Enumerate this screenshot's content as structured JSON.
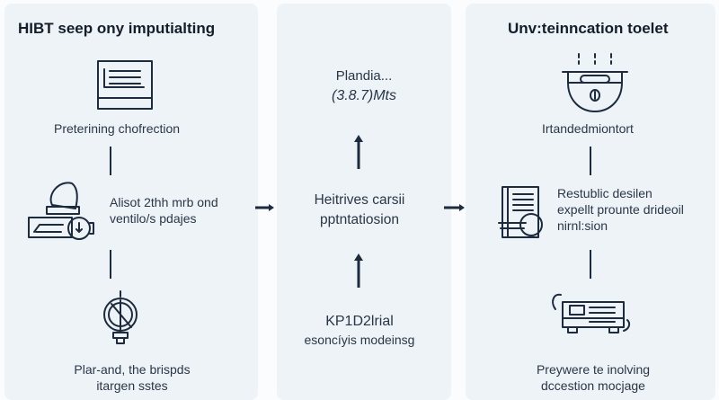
{
  "left": {
    "title": "HIBT seep ony imputialting",
    "steps": [
      "Preterining chofrection",
      "Alisot 2thh mrb ond",
      "ventilo/s pdajes",
      "Plar-and, the brispds",
      "itargen sstes"
    ]
  },
  "middle": {
    "top_line1": "Plandia...",
    "top_line2": "(3.8.7)Mts",
    "center_line1": "Heitrives carsii",
    "center_line2": "pptntatiosion",
    "bottom_line1": "KP1D2lrial",
    "bottom_line2": "esoncíyis modeinsg"
  },
  "right": {
    "title": "Unv:teinncation toelet",
    "steps": [
      "Irtandedmiontort",
      "Restublic desilen",
      "expellt prounte drideoil",
      "nirnl:sion",
      "Preywere te inolving",
      "dccestion mocjage"
    ]
  },
  "colors": {
    "ink": "#1c2b3d",
    "panel": "#eef3f8"
  }
}
